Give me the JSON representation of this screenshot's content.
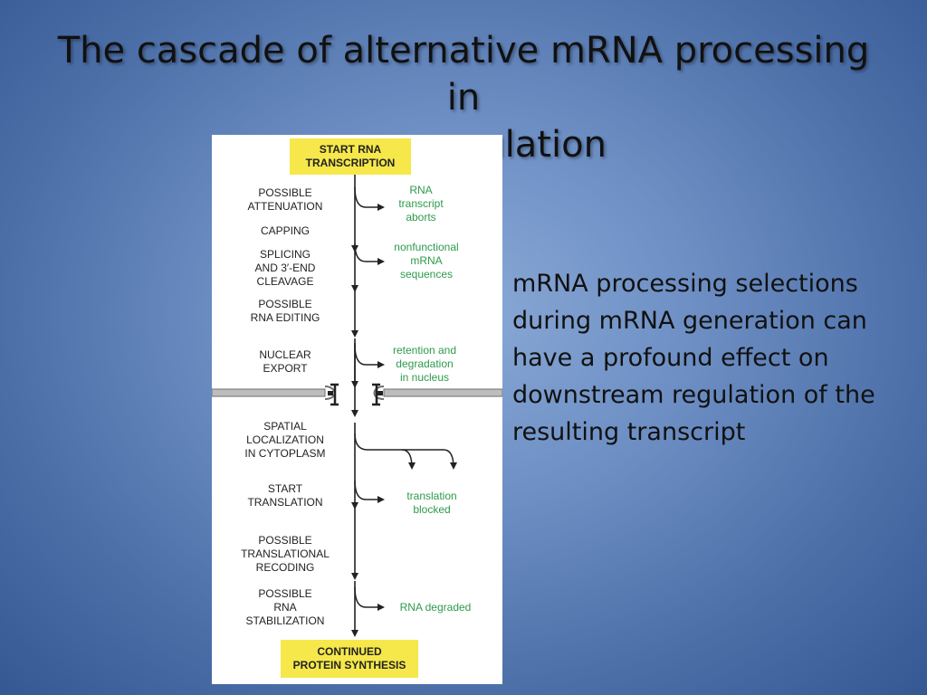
{
  "slide": {
    "title_line1": "The cascade of alternative mRNA processing in",
    "title_line2": "gene regulation",
    "description": "mRNA processing selections during mRNA generation can have a profound effect on downstream regulation of the resulting transcript"
  },
  "diagram": {
    "start_box": [
      "START RNA",
      "TRANSCRIPTION"
    ],
    "end_box": [
      "CONTINUED",
      "PROTEIN SYNTHESIS"
    ],
    "steps": [
      [
        "POSSIBLE",
        "ATTENUATION"
      ],
      [
        "CAPPING"
      ],
      [
        "SPLICING",
        "AND 3′-END",
        "CLEAVAGE"
      ],
      [
        "POSSIBLE",
        "RNA EDITING"
      ],
      [
        "NUCLEAR",
        "EXPORT"
      ],
      [
        "SPATIAL",
        "LOCALIZATION",
        "IN CYTOPLASM"
      ],
      [
        "START",
        "TRANSLATION"
      ],
      [
        "POSSIBLE",
        "TRANSLATIONAL",
        "RECODING"
      ],
      [
        "POSSIBLE",
        "RNA",
        "STABILIZATION"
      ]
    ],
    "outcomes": [
      [
        "RNA",
        "transcript",
        "aborts"
      ],
      [
        "nonfunctional",
        "mRNA",
        "sequences"
      ],
      [
        "retention and",
        "degradation",
        "in nucleus"
      ],
      [
        "translation",
        "blocked"
      ],
      [
        "RNA degraded"
      ]
    ],
    "colors": {
      "box_fill": "#f6e84a",
      "outcome_text": "#2e9a4c",
      "arrow": "#222222",
      "membrane": "#9a9a9a"
    }
  }
}
